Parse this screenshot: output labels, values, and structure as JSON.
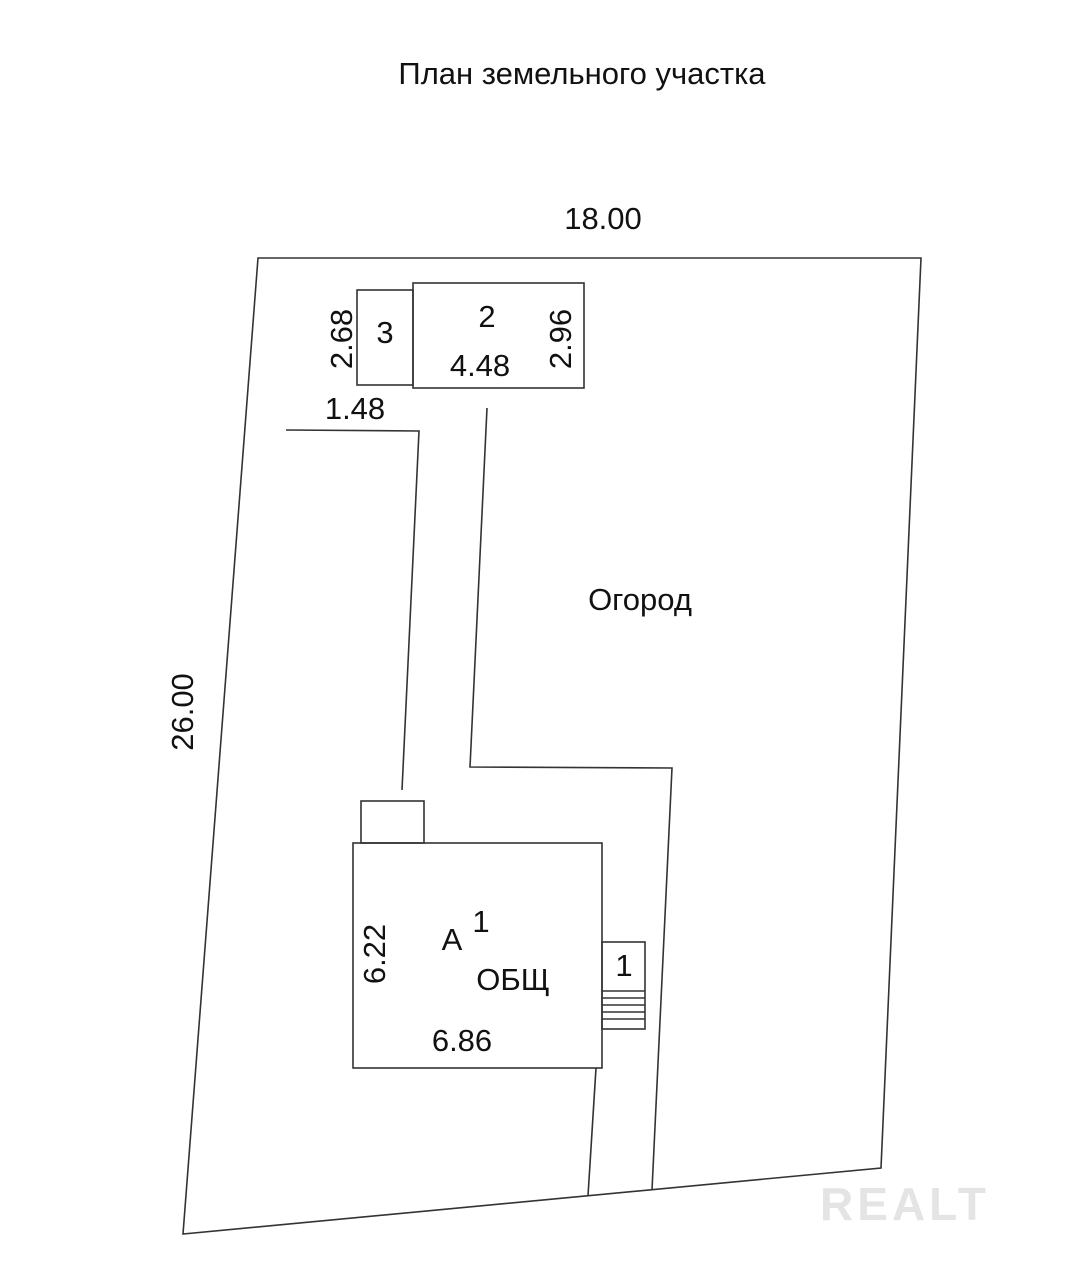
{
  "title": "План земельного участка",
  "dims": {
    "top": "18.00",
    "left": "26.00",
    "b3_height": "2.68",
    "b3_width": "1.48",
    "b2_width": "4.48",
    "b2_height": "2.96",
    "house_height": "6.22",
    "house_width": "6.86"
  },
  "labels": {
    "b3": "3",
    "b2": "2",
    "garden": "Огород",
    "house_letter": "А",
    "house_floors": "1",
    "house_type": "ОБЩ",
    "porch": "1"
  },
  "watermark": "REALT"
}
